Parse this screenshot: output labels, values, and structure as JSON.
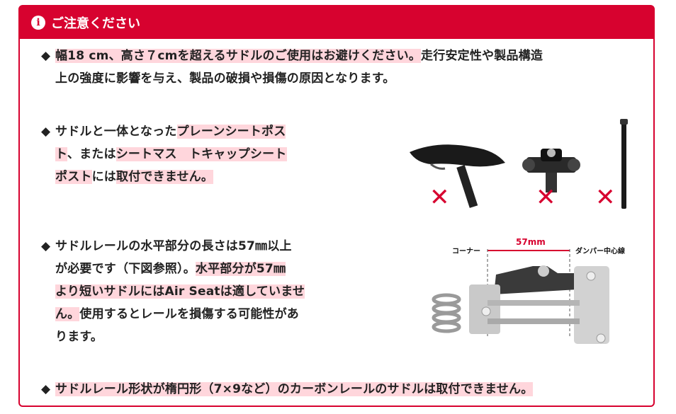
{
  "header": {
    "icon": "info-icon",
    "title": "ご注意ください"
  },
  "items": [
    {
      "bullet": "◆",
      "hl1": "幅18 cm、高さ７cmを超えるサドルのご使用はお避けください。",
      "t1": "走行安定性や製品構造",
      "t2": "上の強度に影響を与え、製品の破損や損傷の原因となります。"
    },
    {
      "bullet": "◆",
      "t1": "サドルと一体となった",
      "hl1": "プレーンシートポス",
      "hl2": "ト",
      "t2": "、または",
      "hl3": "シートマス　トキャップシート",
      "hl4": "ポスト",
      "t3": "には",
      "hl5": "取付できません。"
    },
    {
      "bullet": "◆",
      "t1": "サドルレールの水平部分の長さは57㎜以上",
      "t2": "が必要です（下図参照）。",
      "hl1": "水平部分が57㎜",
      "hl2": "より短いサドルにはAir Seatは適していませ",
      "hl3": "ん。",
      "t3": "使用するとレールを損傷する可能性があ",
      "t4": "ります。"
    },
    {
      "bullet": "◆",
      "hl1": "サドルレール形状が楕円形（7×9など）のカーボンレールのサドルは取付できません。"
    }
  ],
  "figure": {
    "corner_label": "コーナー",
    "dimension_label": "57mm",
    "damper_label": "ダンパー中心線",
    "cross_mark": "✕"
  },
  "colors": {
    "accent": "#d7022f",
    "highlight": "#ffd6dc"
  }
}
